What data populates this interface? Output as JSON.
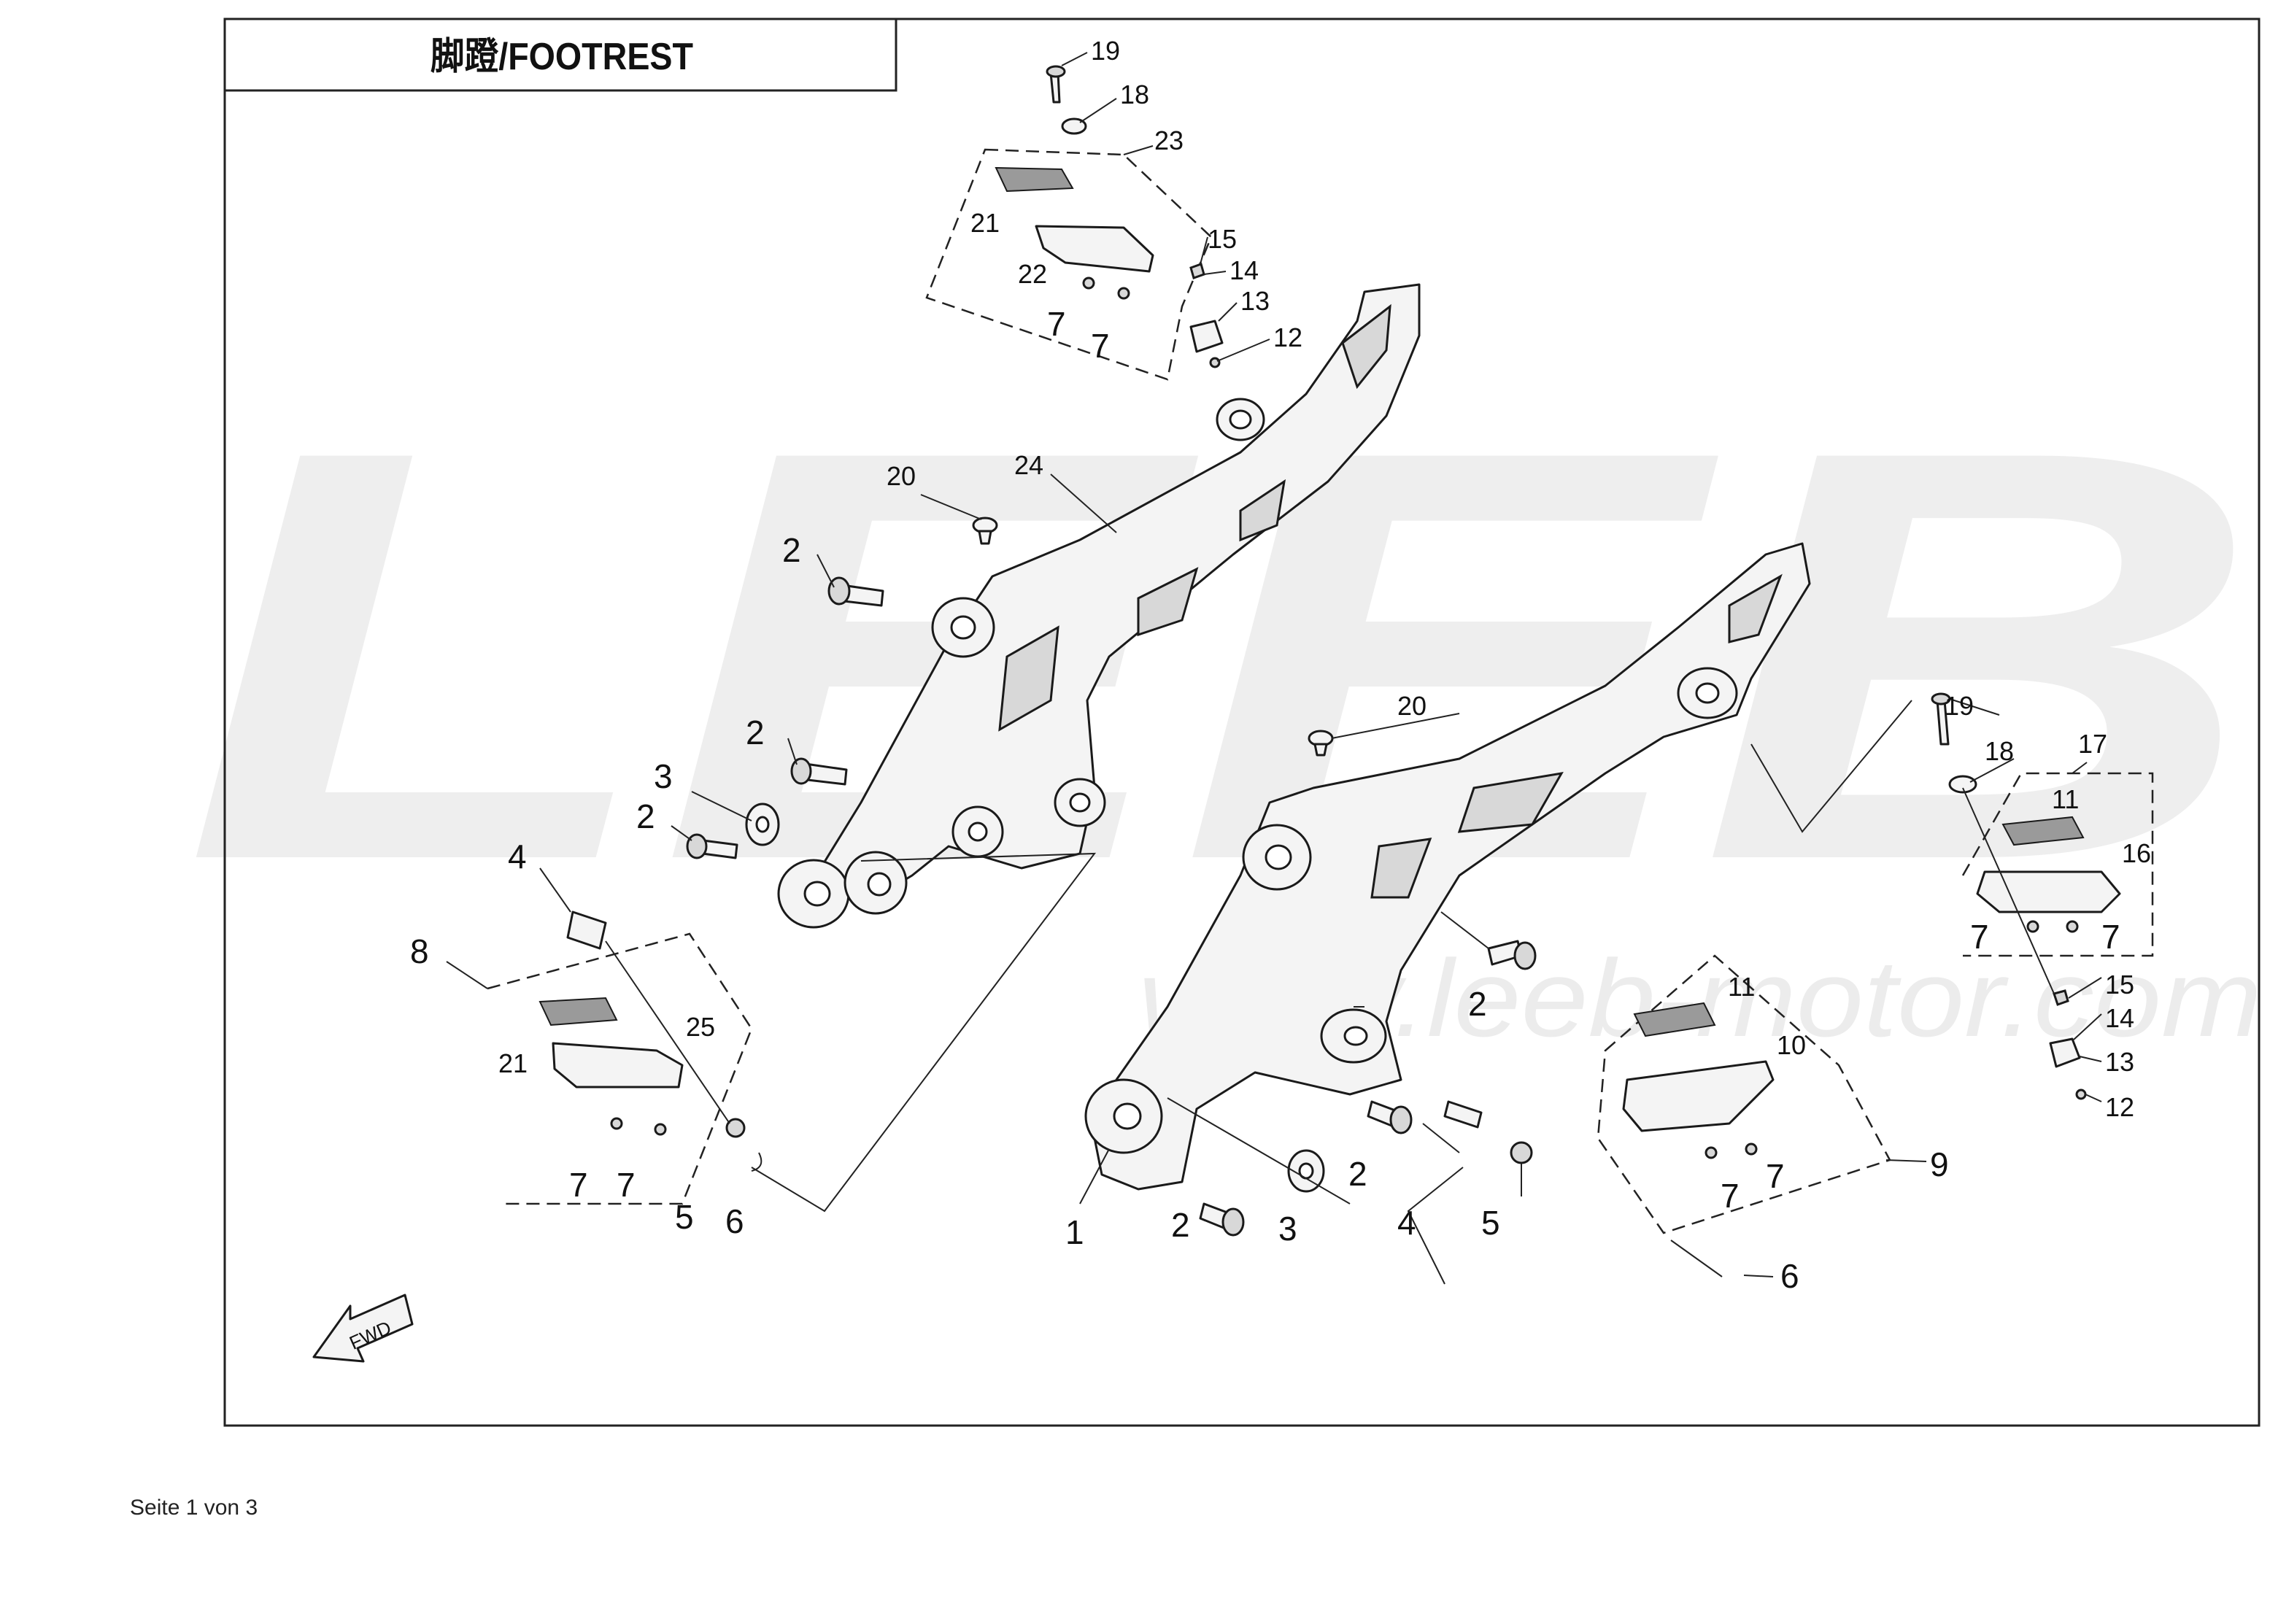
{
  "title": "脚蹬/FOOTREST",
  "watermark": {
    "brand": "LEEB",
    "url": "www.leeb-motor.com"
  },
  "fwd_label": "FWD",
  "footer": "Seite 1 von 3",
  "callouts": {
    "c1": "1",
    "c2a": "2",
    "c2b": "2",
    "c2c": "2",
    "c2d": "2",
    "c2e": "2",
    "c2f": "2",
    "c3a": "3",
    "c3b": "3",
    "c4a": "4",
    "c4b": "4",
    "c5a": "5",
    "c5b": "5",
    "c6a": "6",
    "c6b": "6",
    "c7a": "7",
    "c7b": "7",
    "c7c": "7",
    "c7d": "7",
    "c7e": "7",
    "c7f": "7",
    "c7g": "7",
    "c7h": "7",
    "c8": "8",
    "c9": "9",
    "c10": "10",
    "c11a": "11",
    "c11b": "11",
    "c12a": "12",
    "c12b": "12",
    "c13a": "13",
    "c13b": "13",
    "c14a": "14",
    "c14b": "14",
    "c15a": "15",
    "c15b": "15",
    "c16": "16",
    "c17": "17",
    "c18a": "18",
    "c18b": "18",
    "c19a": "19",
    "c19b": "19",
    "c20a": "20",
    "c20b": "20",
    "c21a": "21",
    "c21b": "21",
    "c22": "22",
    "c23": "23",
    "c24": "24",
    "c25": "25"
  }
}
